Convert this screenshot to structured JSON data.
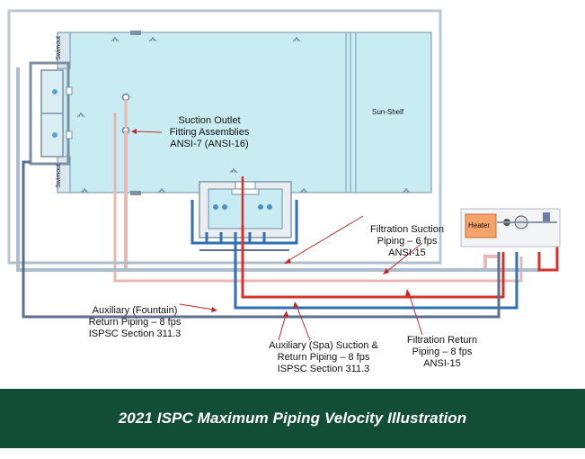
{
  "labels": {
    "skimmer_top": "Swimout",
    "skimmer_bottom": "Swimout",
    "sun_shelf": "Sun-Shelf",
    "heater": "Heater",
    "suction_outlet": "Suction Outlet\nFitting Assemblies\nANSI-7 (ANSI-16)",
    "filtration_suction": "Filtration Suction\nPiping – 6 fps\nANSI-15",
    "auxiliary_fountain": "Auxiliary (Fountain)\nReturn Piping – 8 fps\nISPSC Section 311.3",
    "auxiliary_spa": "Auxiliary (Spa) Suction &\nReturn Piping – 8 fps\nISPSC Section 311.3",
    "filtration_return": "Filtration Return\nPiping – 8 fps\nANSI-15"
  },
  "banner": {
    "title": "2021 ISPC Maximum Piping Velocity Illustration"
  },
  "colors": {
    "pool_water": "#c8ecf2",
    "suction_pipe": "#e9b8b2",
    "return_pipe_red": "#d9312a",
    "return_pipe_blue": "#2f6fb4",
    "aux_pipe": "#5a6f8f",
    "grey_pipe": "#aebdcc",
    "banner_bg": "#114d37"
  }
}
